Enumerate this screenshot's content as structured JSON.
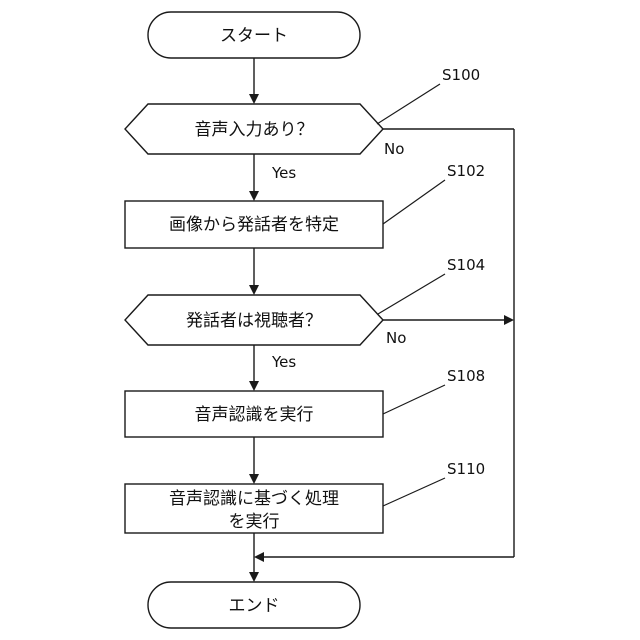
{
  "diagram": {
    "nodes": {
      "start": {
        "text": "スタート"
      },
      "s100": {
        "text": "音声入力あり？",
        "step": "S100"
      },
      "s102": {
        "text": "画像から発話者を特定",
        "step": "S102"
      },
      "s104": {
        "text": "発話者は視聴者？",
        "step": "S104"
      },
      "s108": {
        "text": "音声認識を実行",
        "step": "S108"
      },
      "s110": {
        "line1": "音声認識に基づく処理",
        "line2": "を実行",
        "step": "S110"
      },
      "end": {
        "text": "エンド"
      }
    },
    "branch_labels": {
      "s100_yes": "Yes",
      "s100_no": "No",
      "s104_yes": "Yes",
      "s104_no": "No"
    }
  }
}
